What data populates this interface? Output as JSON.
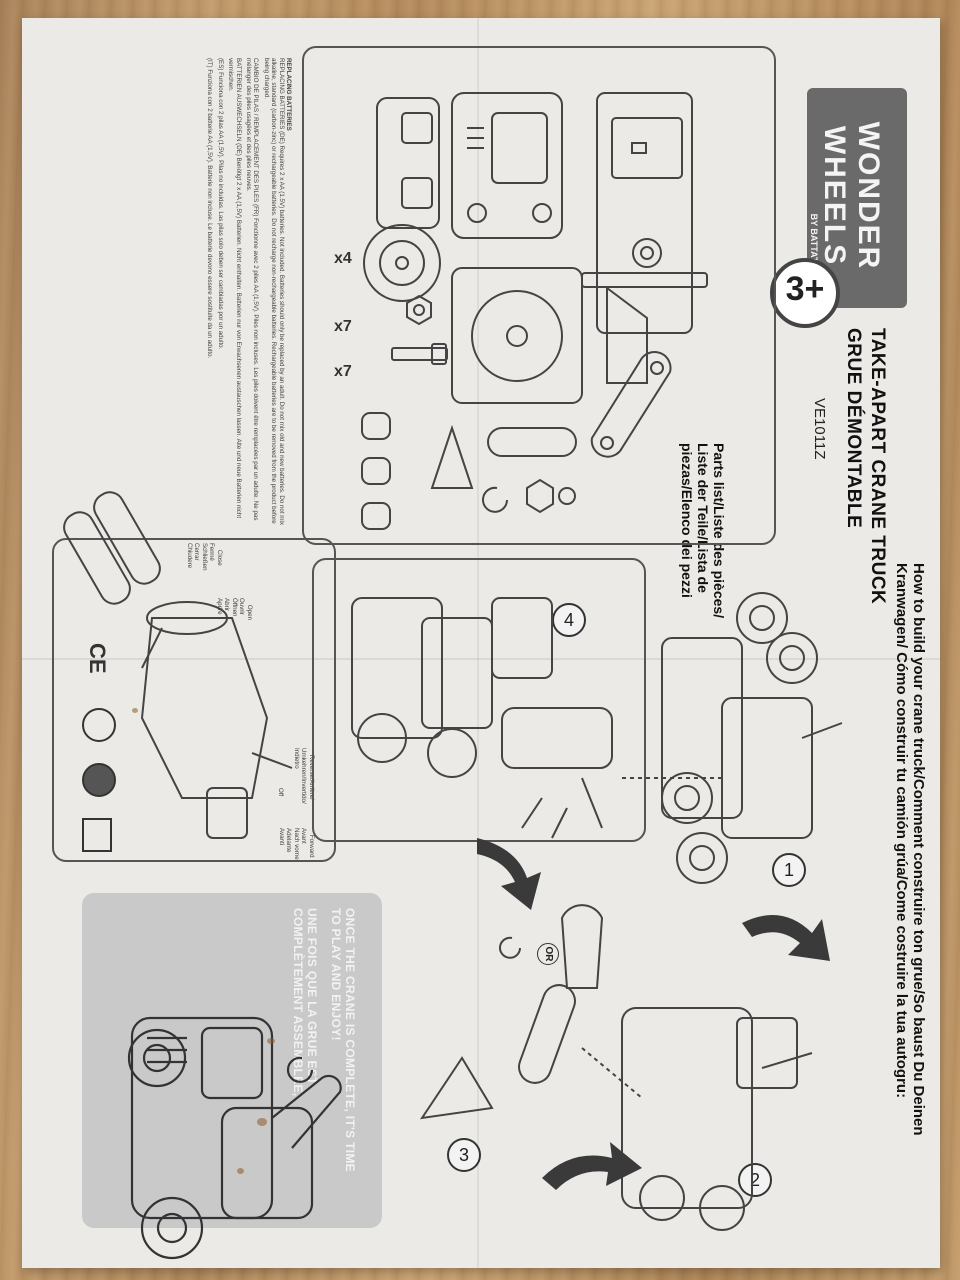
{
  "product": {
    "brand_line1": "WONDER",
    "brand_line2": "WHEELS",
    "brand_by": "BY BATTAT",
    "age": "3+",
    "title_en": "TAKE-APART CRANE TRUCK",
    "title_fr": "GRUE DÉMONTABLE",
    "model": "VE1011Z"
  },
  "parts": {
    "heading_line1": "Parts list/Liste des pièces/",
    "heading_line2": "Liste der Teile/Lista de",
    "heading_line3": "piezas/Elenco dei pezzi",
    "counts": [
      "x4",
      "x7",
      "x7"
    ]
  },
  "build": {
    "heading_line1": "How to build your crane truck/Comment construire ton grue/So baust Du Deinen",
    "heading_line2": "Kranwagen/ Cómo construir tu camión grúa/Come costruire la tua autogru:",
    "steps": [
      "1",
      "2",
      "3",
      "4"
    ],
    "or_label": "OR"
  },
  "battery": {
    "heading_en": "REPLACING BATTERIES",
    "labels": {
      "open": "Open\nOuvrir\nÖffnen\nAbrir\nAprire",
      "close": "Close\nFermé\nSchließen\nCerrar\nChiudere",
      "reverse": "Reverse/Arrière/\nUmkehren/Invertido/\nIndietro",
      "off": "Off",
      "forward": "Forward\nAvant\nNach vorne\nAdelante\nAvanti"
    },
    "text_en": "REPLACING BATTERIES (DE) Requires 2 x AA (1.5V) batteries. Not included. Batteries should only be replaced by an adult. Do not mix old and new batteries. Do not mix alkaline, standard (carbon-zinc) or rechargeable batteries. Do not recharge non-rechargeable batteries. Rechargeable batteries are to be removed from the product before being charged.",
    "text_fr": "CAMBIO DE PILAS / REMPLACEMENT DES PILES (FR) Fonctionne avec 2 piles AA (1,5V). Piles non incluses. Les piles doivent être remplacées par un adulte. Ne pas mélanger des piles usagées et des piles neuves.",
    "text_de": "BATTERIEN AUSWECHSELN (DE) Benötigt 2 x AA (1,5V) Batterien. Nicht enthalten. Batterien nur von Erwachsenen austauschen lassen. Alte und neue Batterien nicht vermischen.",
    "text_es": "(ES) Funciona con 2 pilas AA (1,5V). Pilas no incluidas. Las pilas solo deben ser cambiadas por un adulto.",
    "text_it": "(IT) Funziona con 2 batterie AA (1,5V). Batterie non incluse. Le batterie devono essere sostituite da un adulto."
  },
  "completion": {
    "line1": "ONCE THE CRANE IS COMPLETE, IT'S TIME",
    "line2": "TO PLAY AND ENJOY!",
    "line3": "UNE FOIS QUE LA GRUE EST",
    "line4": "COMPLÈTEMENT ASSEMBLÉE,"
  },
  "symbols": {
    "ce": "CE"
  },
  "colors": {
    "paper": "#eceae6",
    "ink": "#333333",
    "logo_gray": "#6a6a6a",
    "wood": "#b8905f"
  }
}
